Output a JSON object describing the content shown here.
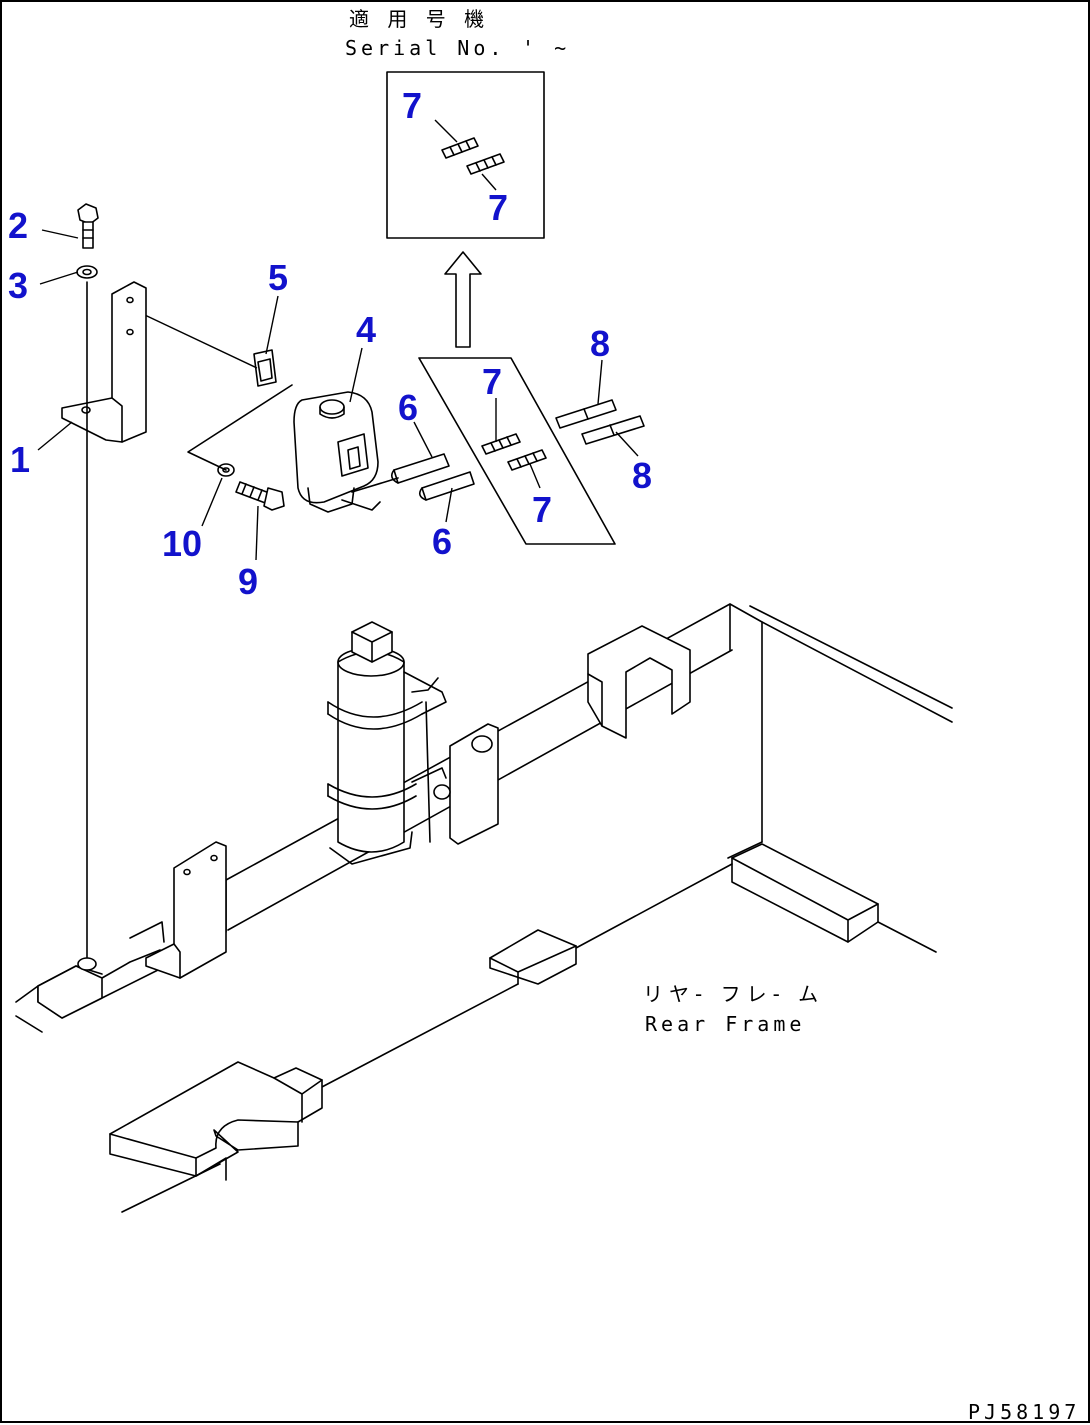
{
  "header": {
    "applicable_jp": "適 用 号 機",
    "serial_label": "Serial No.",
    "serial_mark": "' ~"
  },
  "frame_label": {
    "jp": "リヤ- フレ- ム",
    "en": "Rear Frame"
  },
  "drawing_code": "PJ58197",
  "callouts": [
    {
      "id": "c1",
      "label": "1"
    },
    {
      "id": "c2",
      "label": "2"
    },
    {
      "id": "c3",
      "label": "3"
    },
    {
      "id": "c4",
      "label": "4"
    },
    {
      "id": "c5",
      "label": "5"
    },
    {
      "id": "c6a",
      "label": "6"
    },
    {
      "id": "c6b",
      "label": "6"
    },
    {
      "id": "c7a",
      "label": "7"
    },
    {
      "id": "c7b",
      "label": "7"
    },
    {
      "id": "c7c",
      "label": "7"
    },
    {
      "id": "c7d",
      "label": "7"
    },
    {
      "id": "c8a",
      "label": "8"
    },
    {
      "id": "c8b",
      "label": "8"
    },
    {
      "id": "c9",
      "label": "9"
    },
    {
      "id": "c10",
      "label": "10"
    }
  ]
}
